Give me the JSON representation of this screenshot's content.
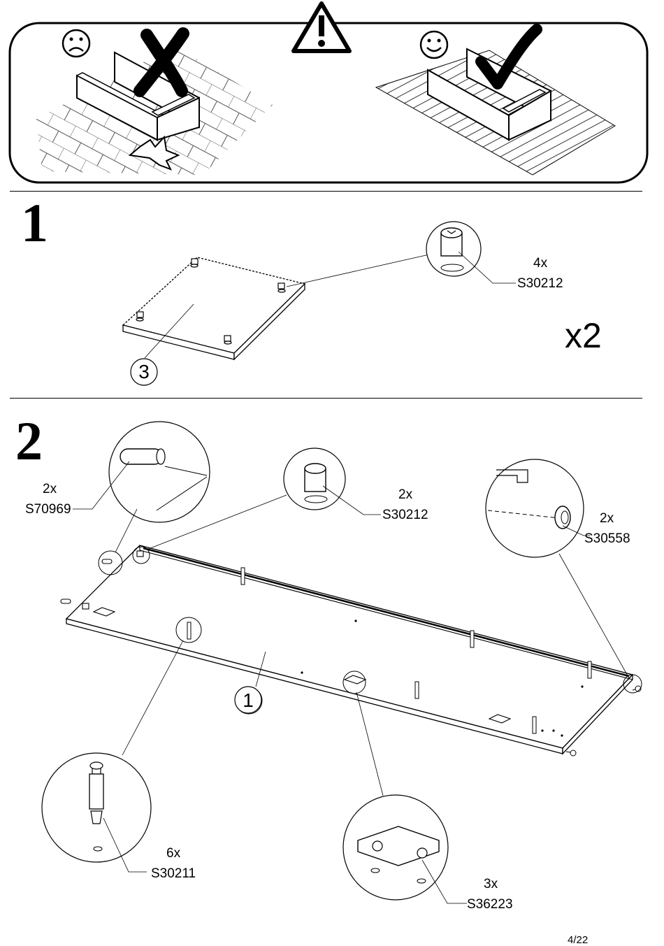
{
  "step1": {
    "number": "1",
    "part_label": "3",
    "multiplier": "x2",
    "fittings": [
      {
        "qty": "4x",
        "code": "S30212"
      }
    ]
  },
  "step2": {
    "number": "2",
    "part_label": "1",
    "fittings": [
      {
        "qty": "2x",
        "code": "S70969"
      },
      {
        "qty": "2x",
        "code": "S30212"
      },
      {
        "qty": "2x",
        "code": "S30558"
      },
      {
        "qty": "6x",
        "code": "S30211"
      },
      {
        "qty": "3x",
        "code": "S36223"
      }
    ]
  },
  "warning": {
    "wrong_icon": "frown-face-icon",
    "right_icon": "smile-face-icon",
    "alert_icon": "warning-triangle-icon"
  },
  "footer": {
    "page_number": "4/22"
  }
}
